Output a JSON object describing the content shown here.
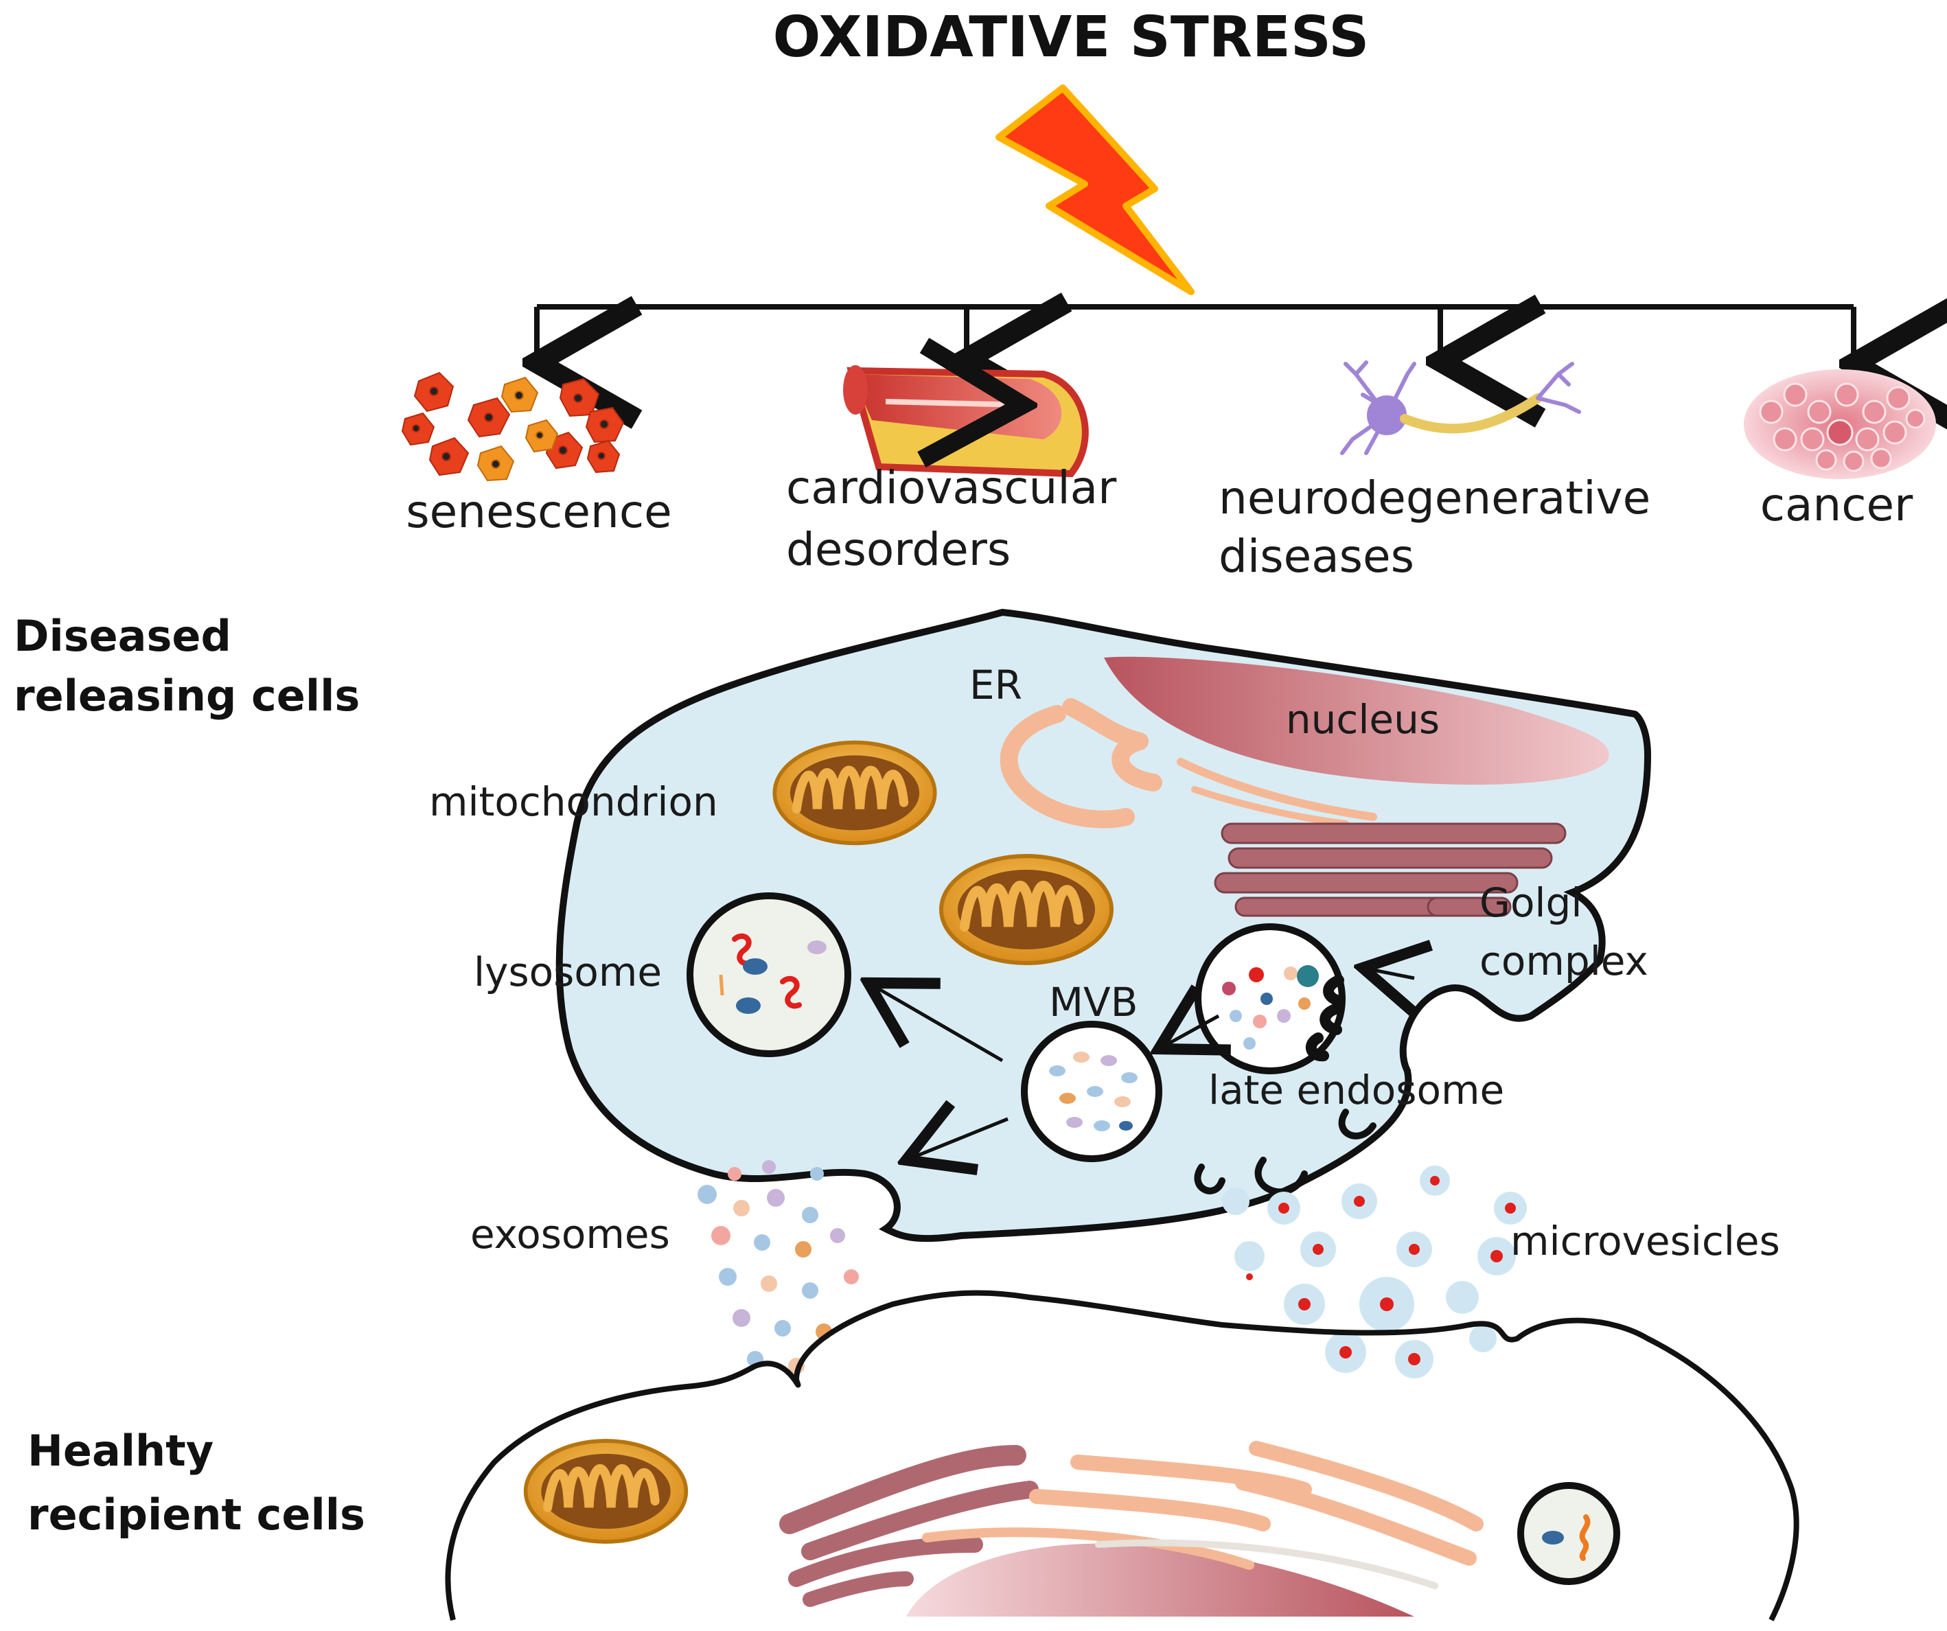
{
  "title": "OXIDATIVE STRESS",
  "outcomes": {
    "senescence": "senescence",
    "cardiovascular": [
      "cardiovascular",
      "desorders"
    ],
    "neurodegenerative": [
      "neurodegenerative",
      "diseases"
    ],
    "cancer": "cancer"
  },
  "side_labels": {
    "diseased": [
      "Diseased",
      "releasing cells"
    ],
    "healthy": [
      "Healhty",
      "recipient cells"
    ]
  },
  "organelles": {
    "er": "ER",
    "nucleus": "nucleus",
    "mitochondrion": "mitochondrion",
    "golgi": [
      "Golgi",
      "complex"
    ],
    "lysosome": "lysosome",
    "mvb": "MVB",
    "late_endosome": "late endosome",
    "exosomes": "exosomes",
    "microvesicles": "microvesicles"
  },
  "colors": {
    "bolt_fill": "#ff3b14",
    "bolt_edge": "#ffb400",
    "cytoplasm": "#d9ecf4",
    "nucleus": "#c0636b",
    "mitochondrion": "#e8a52c",
    "er": "#f5b896",
    "golgi": "#b06870",
    "outline": "#111111"
  },
  "icons": [
    "lightning-bolt-icon",
    "senescent-cells-icon",
    "artery-plaque-icon",
    "neuron-icon",
    "tumor-tissue-icon",
    "mitochondrion-icon"
  ]
}
